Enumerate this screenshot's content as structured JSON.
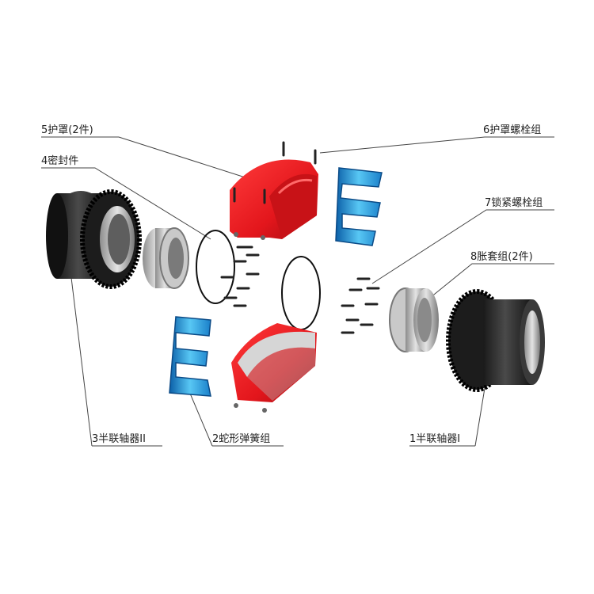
{
  "labels": {
    "cover": "5护罩(2件)",
    "seal": "4密封件",
    "cover_bolts": "6护罩螺栓组",
    "lock_bolts": "7锁紧螺栓组",
    "expansion_sleeve": "8胀套组(2件)",
    "half_coupling_2": "3半联轴器II",
    "spring_group": "2蛇形弹簧组",
    "half_coupling_1": "1半联轴器I"
  },
  "colors": {
    "cover_red": "#e8161c",
    "spring_blue": "#2aa6e6",
    "hub_dark": "#2a2a2a",
    "steel": "#b9b9b9",
    "leader": "#444444"
  }
}
